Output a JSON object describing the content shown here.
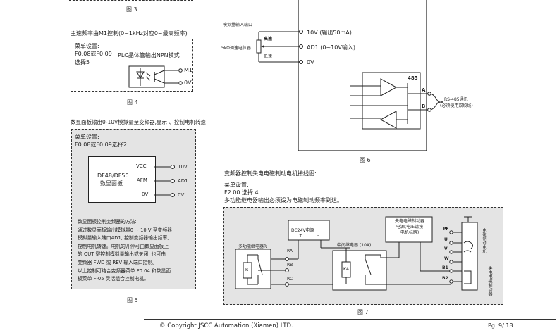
{
  "fig3": {
    "caption": "图 3"
  },
  "fig4": {
    "heading": "主速频率由M1控制(0~1kHz对应0~最高频率)",
    "menu_title": "菜单设置:",
    "menu_line1": "F0.08或F0.09",
    "menu_note": "PLC晶体管输出NPN模式",
    "menu_line2": "选择5",
    "pin_m1": "M1",
    "pin_0v": "0V",
    "caption": "图 4"
  },
  "fig5": {
    "heading": "数显面板输出0-10V模拟量至变频器,显示 、控制电机转速",
    "menu_title": "菜单设置:",
    "menu_line1": "F0.08或F0.09选择2",
    "panel_name1": "DF48/DF50",
    "panel_name2": "数显面板",
    "left_pins": [
      "VCC",
      "AFM",
      "0V"
    ],
    "right_pins": [
      "10V",
      "AD1",
      "0V"
    ],
    "notes": [
      "数显面板控制变频器的方法:",
      "通过数显面板输出模拟量0 ~ 10 V 至变频器",
      "模拟量输入端口AD1, 控制变频器输出频率,",
      "控制电机转速。电机的开停可由数显面板上",
      "的 OUT 键控制模拟量输出或关闭, 也可由",
      "变频器 FWD 或 REV 输入端口控制。",
      "以上控制可结合变频器菜单 F0.04 和数显面",
      "板菜单 F-05 灵活组合控制电机。"
    ],
    "caption": "图 5"
  },
  "fig6": {
    "port_label": "模拟量输入端口",
    "pot_label": "5kΩ调速电位器",
    "high": "高速",
    "low": "低速",
    "terms": [
      "10V (输出50mA)",
      "AD1 (0~10V输入)",
      "0V"
    ],
    "chip": "485",
    "pin_a": "A",
    "pin_b": "B",
    "rs485_1": "RS-485通讯",
    "rs485_2": "(必须使用双绞线)",
    "caption": "图 6"
  },
  "fig7": {
    "heading": "变频器控制失电电磁制动电机接线图:",
    "menu_title": "菜单设置:",
    "menu_line1": "F2.00 选择 4",
    "menu_line2": "多功能继电器输出必须设为电磁制动频率到达。",
    "relay_label": "多功能继电器R",
    "relay_box": "R",
    "relay_terms": [
      "RA",
      "RB",
      "RC"
    ],
    "psu": "DC24V电源",
    "plus": "+",
    "minus": "-",
    "mid_relay": "中间继电器 (10A)",
    "ka": "KA",
    "brake_psu": [
      "失电电磁制动器",
      "电源(电压请按",
      "电机标牌)"
    ],
    "motor_terms": [
      "PE",
      "U",
      "V",
      "W",
      "B1",
      "B2"
    ],
    "motor_label": "电磁制动电机",
    "brake_label": "失电电磁制动器",
    "caption": "图 7"
  },
  "footer": {
    "copyright": "© Copyright JSCC Automation (Xiamen) LTD.",
    "page": "Pg.  9/ 18"
  }
}
